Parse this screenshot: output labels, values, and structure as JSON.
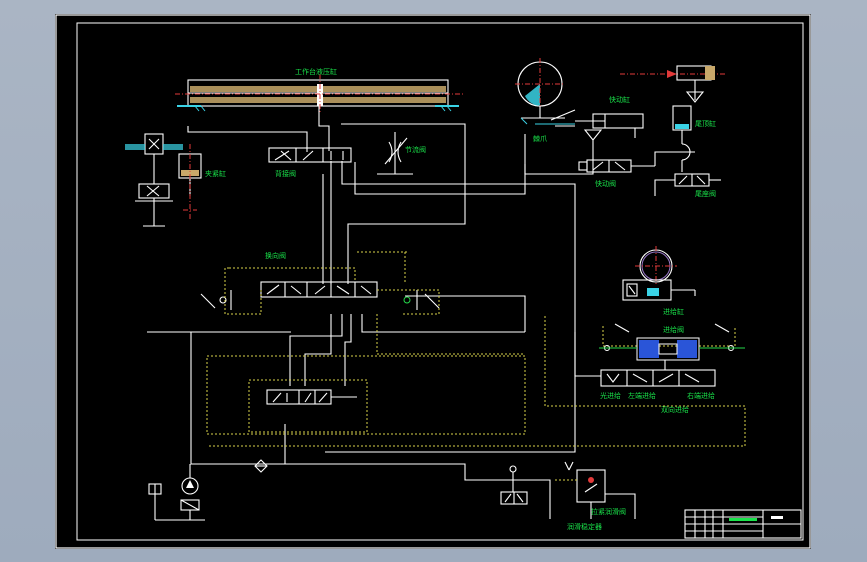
{
  "labels": {
    "work_table_cylinder": "工作台液压缸",
    "throttle_valve": "节流阀",
    "reversing_valve_top": "背接阀",
    "clamp_cylinder": "夹紧缸",
    "reversing_valve_mid": "换向阀",
    "fast_cylinder": "快动缸",
    "pawl": "棘爪",
    "tail_cylinder": "尾顶缸",
    "fast_valve": "快动阀",
    "tail_valve": "尾座阀",
    "feed_cylinder": "进给缸",
    "feed_valve": "进给阀",
    "light_grind": "光进给",
    "left_feed": "左端进给",
    "right_feed": "右端进给",
    "bidirectional_feed": "双向进给",
    "lube_valve": "拉紧润滑阀",
    "lube_pump": "润滑稳定器"
  },
  "colors": {
    "canvas": "#000000",
    "frame": "#ffffff",
    "pipe": "#ffffff",
    "pilot": "#d8d24a",
    "label": "#19e34a",
    "center": "#e23a3a",
    "cyan": "#3ad3e6",
    "hatch": "#c8a86a"
  }
}
